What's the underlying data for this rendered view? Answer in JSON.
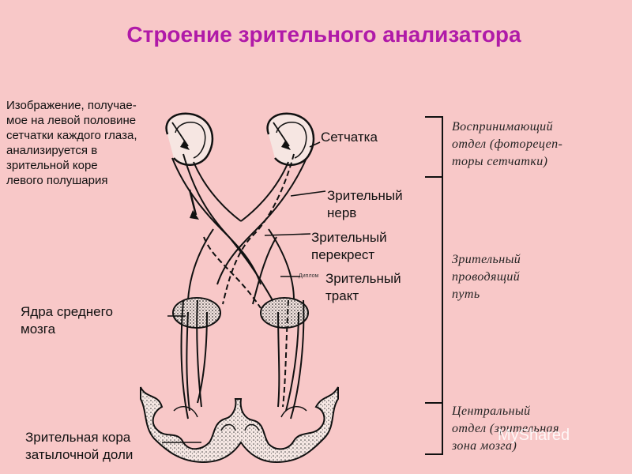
{
  "title": "Строение зрительного анализатора",
  "left_note": [
    "Изображение, получае-",
    "мое на левой половине",
    "сетчатки каждого глаза,",
    "анализируется в",
    "зрительной коре",
    "левого полушария"
  ],
  "labels": {
    "retina": "Сетчатка",
    "optic_nerve": [
      "Зрительный",
      "нерв"
    ],
    "chiasm": [
      "Зрительный",
      "перекрест"
    ],
    "optic_tract": [
      "Зрительный",
      "тракт"
    ],
    "midbrain_nuclei": [
      "Ядра среднего",
      "мозга"
    ],
    "visual_cortex": [
      "Зрительная кора",
      "затылочной доли"
    ]
  },
  "sections": {
    "receptive": [
      "Воспринимающий",
      "отдел (фоторецеп-",
      "торы сетчатки)"
    ],
    "conducting": [
      "Зрительный",
      "проводящий",
      "путь"
    ],
    "central": [
      "Центральный",
      "отдел (зрительная",
      "зона мозга)"
    ]
  },
  "small_text": "Диплом",
  "watermark": "MyShared"
}
